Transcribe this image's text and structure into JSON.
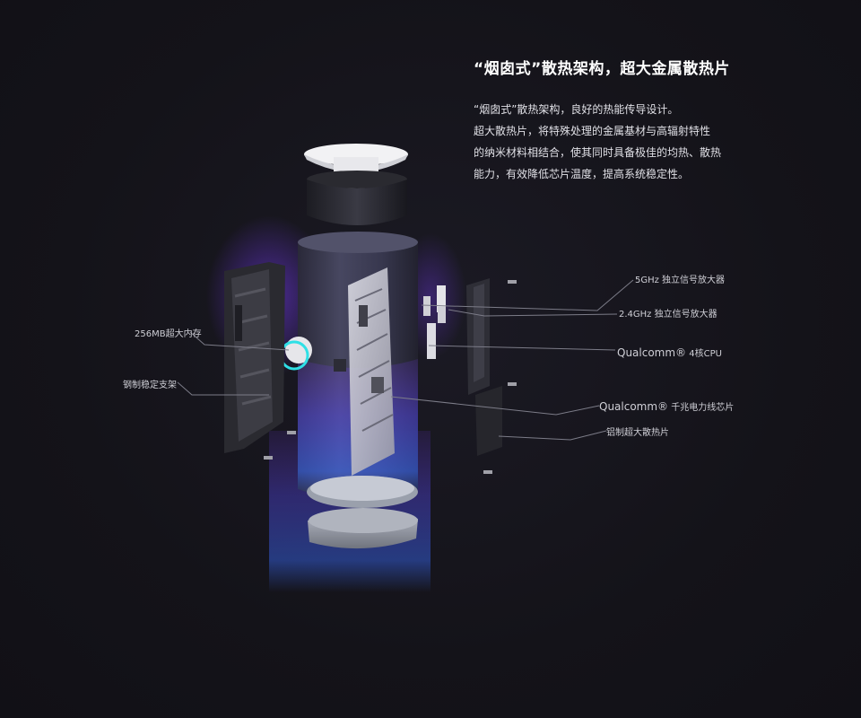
{
  "headline": "“烟囱式”散热架构，超大金属散热片",
  "body_lines": [
    "“烟囱式”散热架构，良好的热能传导设计。",
    "超大散热片，将特殊处理的金属基材与高辐射特性",
    "的纳米材料相结合，使其同时具备极佳的均热、散热",
    "能力，有效降低芯片温度，提高系统稳定性。"
  ],
  "callouts": {
    "amp_5ghz": "5GHz 独立信号放大器",
    "amp_24ghz": "2.4GHz 独立信号放大器",
    "cpu_brand": "Qualcomm®",
    "cpu_desc": "4核CPU",
    "plc_brand": "Qualcomm®",
    "plc_desc": "千兆电力线芯片",
    "heatsink": "铝制超大散热片",
    "memory": "256MB超大内存",
    "bracket": "钢制稳定支架"
  },
  "colors": {
    "background": "#15141c",
    "glow_blue": "#3a6cff",
    "glow_purple": "#7a3cff",
    "ring_cyan": "#2fe0e6"
  }
}
